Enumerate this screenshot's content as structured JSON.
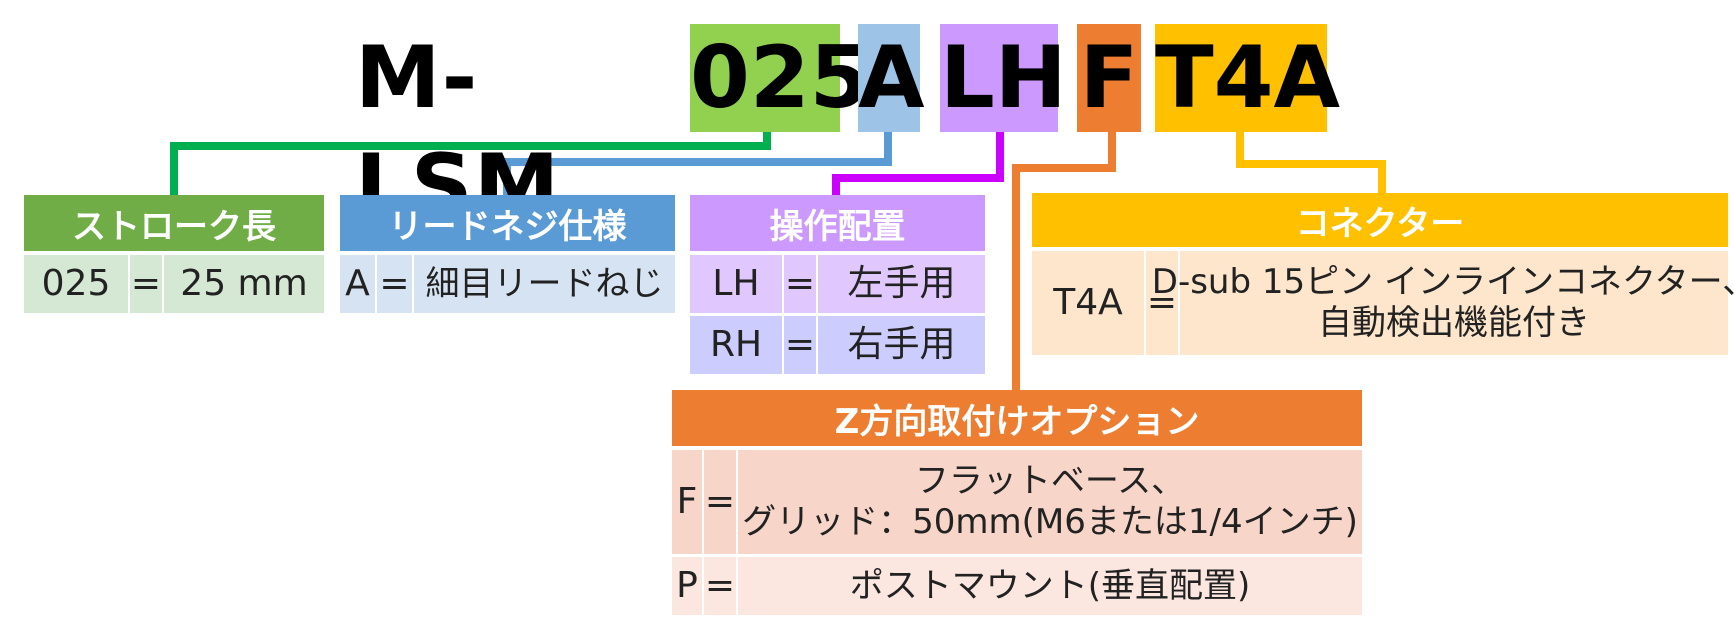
{
  "code": {
    "prefix": "M-LSM",
    "segments": [
      {
        "text": "025",
        "color": "#92D050"
      },
      {
        "text": "A",
        "color": "#9DC3E6"
      },
      {
        "text": "LH",
        "color": "#CC99FF"
      },
      {
        "text": "F",
        "color": "#ED7D31"
      },
      {
        "text": "T4A",
        "color": "#FFC000"
      }
    ]
  },
  "stroke": {
    "title": "ストローク長",
    "header_color": "#70AD47",
    "row_color": "#D5E8D4",
    "rows": [
      {
        "code": "025",
        "eq": "=",
        "desc": "25 mm"
      }
    ]
  },
  "lead": {
    "title": "リードネジ仕様",
    "header_color": "#5B9BD5",
    "row_color": "#D6E3F2",
    "rows": [
      {
        "code": "A",
        "eq": "=",
        "desc": "細目リードねじ"
      }
    ]
  },
  "handle": {
    "title": "操作配置",
    "header_color": "#CC99FF",
    "row_colors": [
      "#E0C8FF",
      "#CCCCFF"
    ],
    "rows": [
      {
        "code": "LH",
        "eq": "=",
        "desc": "左手用"
      },
      {
        "code": "RH",
        "eq": "=",
        "desc": "右手用"
      }
    ]
  },
  "connector": {
    "title": "コネクター",
    "header_color": "#FFC000",
    "row_color": "#FDE6CC",
    "rows": [
      {
        "code": "T4A",
        "eq": "=",
        "desc_line1": "D-sub 15ピン インラインコネクター、",
        "desc_line2": "自動検出機能付き"
      }
    ]
  },
  "mount": {
    "title": "Z方向取付けオプション",
    "header_color": "#ED7D31",
    "row_colors": [
      "#F7D6C9",
      "#FBE7E0"
    ],
    "rows": [
      {
        "code": "F",
        "eq": "=",
        "desc_line1": "フラットベース、",
        "desc_line2": "グリッド：50mm(M6または1/4インチ)"
      },
      {
        "code": "P",
        "eq": "=",
        "desc_line1": "ポストマウント(垂直配置)"
      }
    ]
  },
  "line_colors": {
    "stroke": "#00B050",
    "lead": "#5B9BD5",
    "handle": "#CC00FF",
    "mount": "#ED7D31",
    "connector": "#FFC000"
  }
}
